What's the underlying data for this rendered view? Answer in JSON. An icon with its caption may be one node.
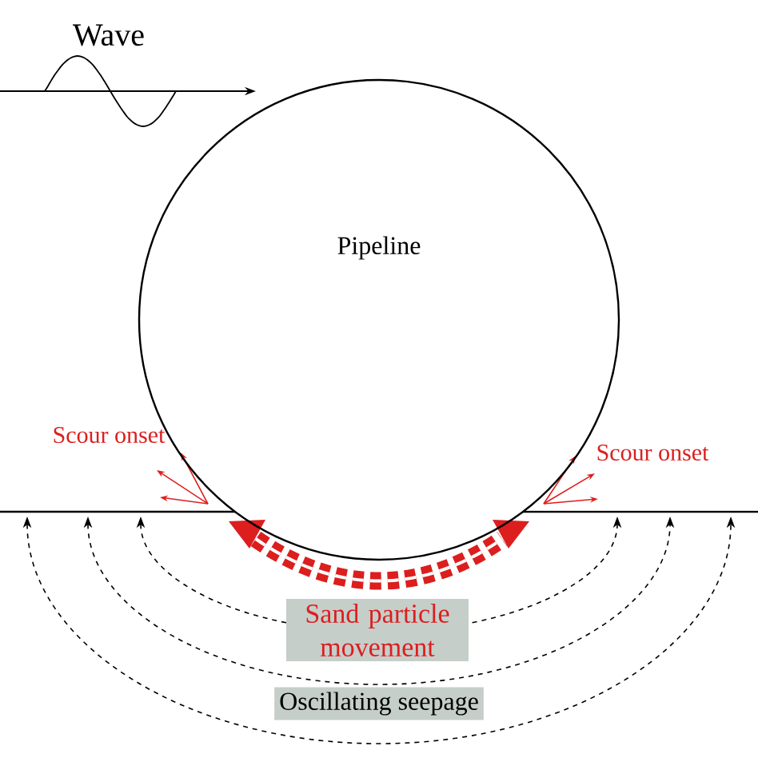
{
  "diagram": {
    "nodes": [
      {
        "text": [
          "Pipeline"
        ]
      },
      {
        "text": [
          "Sand particle movement"
        ]
      },
      {
        "text": [
          "Oscillating seepage"
        ]
      }
    ],
    "labels": [
      "Wave",
      "Scour onset",
      "Scour onset"
    ]
  }
}
